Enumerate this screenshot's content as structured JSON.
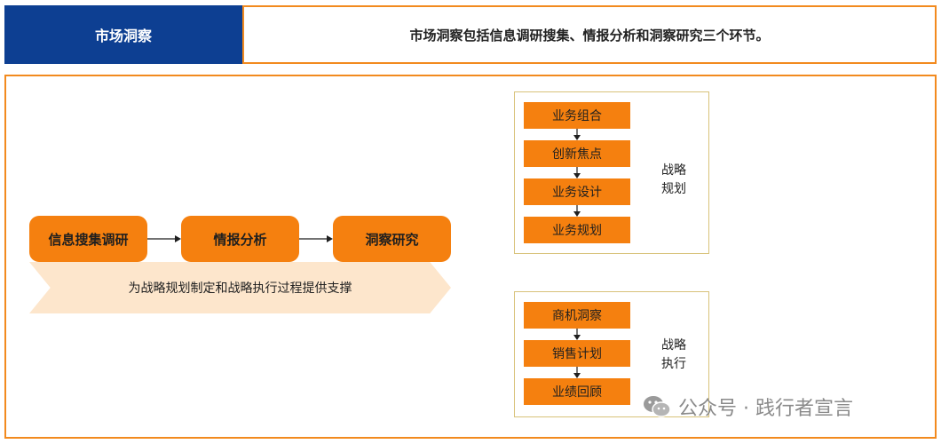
{
  "header": {
    "title": "市场洞察",
    "description": "市场洞察包括信息调研搜集、情报分析和洞察研究三个环节。"
  },
  "flow": {
    "steps": [
      "信息搜集调研",
      "情报分析",
      "洞察研究"
    ],
    "banner": "为战略规划制定和战略执行过程提供支撑"
  },
  "planning": {
    "items": [
      "业务组合",
      "创新焦点",
      "业务设计",
      "业务规划"
    ],
    "label_line1": "战略",
    "label_line2": "规划"
  },
  "execution": {
    "items": [
      "商机洞察",
      "销售计划",
      "业绩回顾"
    ],
    "label_line1": "战略",
    "label_line2": "执行"
  },
  "watermark": {
    "text": "公众号 · 践行者宣言"
  },
  "colors": {
    "brand_blue": "#0d3f92",
    "accent_orange": "#f5800f",
    "frame_orange": "#f28a1e",
    "banner_fill": "#fde6cc",
    "group_border": "#d8c27a"
  }
}
